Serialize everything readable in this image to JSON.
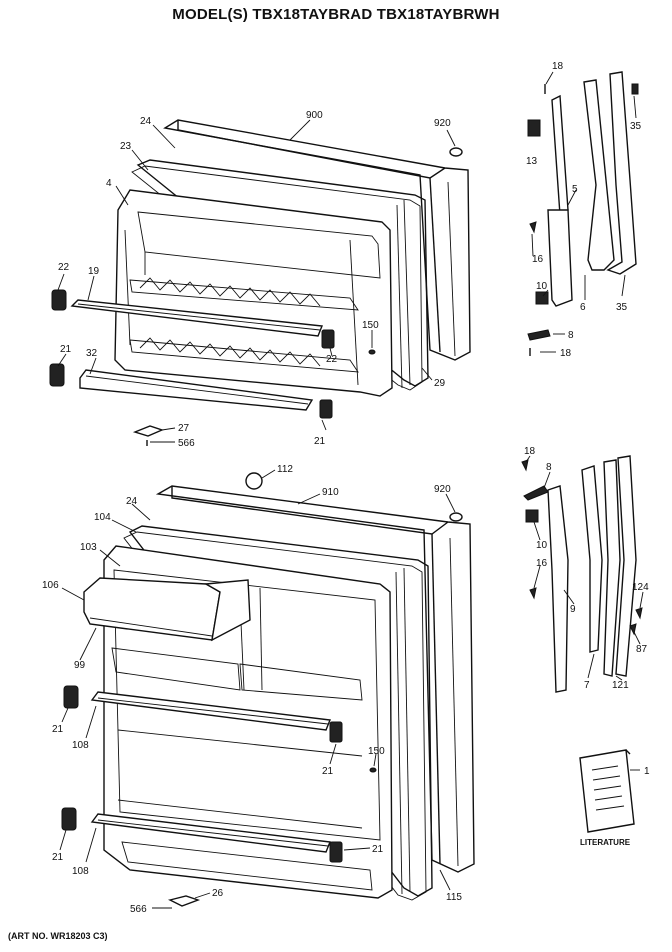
{
  "title": "MODEL(S) TBX18TAYBRAD  TBX18TAYBRWH",
  "art_number": "(ART NO. WR18203 C3)",
  "literature_label": "LITERATURE",
  "labels": {
    "p900": "900",
    "p920a": "920",
    "p24a": "24",
    "p23": "23",
    "p4": "4",
    "p22a": "22",
    "p19": "19",
    "p150a": "150",
    "p22b": "22",
    "p21a": "21",
    "p32": "32",
    "p29": "29",
    "p21b": "21",
    "p27": "27",
    "p566a": "566",
    "p18a": "18",
    "p13": "13",
    "p5": "5",
    "p35a": "35",
    "p16a": "16",
    "p10a": "10",
    "p6": "6",
    "p35b": "35",
    "p8a": "8",
    "p18b": "18",
    "p112": "112",
    "p910": "910",
    "p920b": "920",
    "p24b": "24",
    "p104": "104",
    "p103": "103",
    "p106": "106",
    "p99": "99",
    "p21c": "21",
    "p108a": "108",
    "p21d": "21",
    "p150b": "150",
    "p21e": "21",
    "p108b": "108",
    "p21f": "21",
    "p115": "115",
    "p26": "26",
    "p566b": "566",
    "p18c": "18",
    "p8b": "8",
    "p10b": "10",
    "p16b": "16",
    "p9": "9",
    "p124": "124",
    "p87": "87",
    "p7": "7",
    "p121": "121",
    "p1": "1"
  }
}
